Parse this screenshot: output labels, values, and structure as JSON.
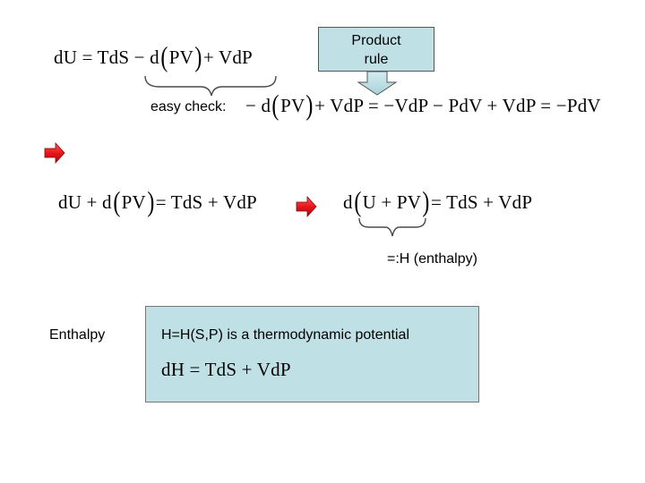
{
  "callout": {
    "line1": "Product",
    "line2": "rule"
  },
  "eq1": {
    "lhs": "dU = TdS − d",
    "inner": "PV",
    "rhs": "+ VdP"
  },
  "check": {
    "label": "easy check:",
    "lead": "− d",
    "inner": "PV",
    "rest": "+ VdP = −VdP − PdV + VdP = −PdV"
  },
  "eq2": {
    "lead": "dU + d",
    "inner": "PV",
    "rest": "= TdS + VdP"
  },
  "eq3": {
    "lead": "d",
    "inner": "U + PV",
    "rest": "= TdS + VdP"
  },
  "enthalpy_note": "=:H (enthalpy)",
  "enthalpy_label": "Enthalpy",
  "box": {
    "line1": "H=H(S,P)  is a thermodynamic potential",
    "equation": "dH = TdS + VdP"
  },
  "colors": {
    "arrow_red": "#e8161b",
    "box_fill": "#bfe1e6",
    "brace": "#4a4a4a"
  }
}
